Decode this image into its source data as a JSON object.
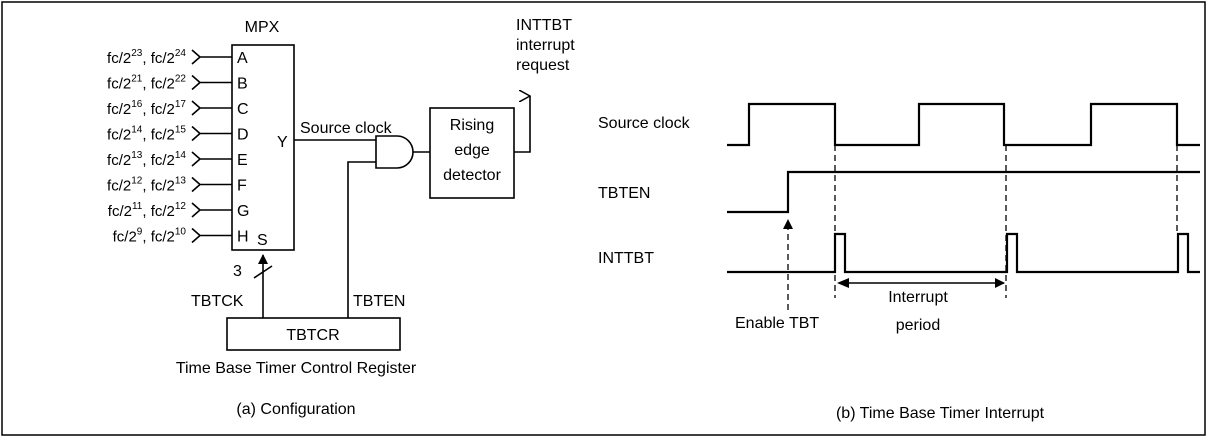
{
  "config": {
    "mux_title": "MPX",
    "inputs": [
      {
        "letter": "A",
        "a": "23",
        "b": "24"
      },
      {
        "letter": "B",
        "a": "21",
        "b": "22"
      },
      {
        "letter": "C",
        "a": "16",
        "b": "17"
      },
      {
        "letter": "D",
        "a": "14",
        "b": "15"
      },
      {
        "letter": "E",
        "a": "13",
        "b": "14"
      },
      {
        "letter": "F",
        "a": "12",
        "b": "13"
      },
      {
        "letter": "G",
        "a": "11",
        "b": "12"
      },
      {
        "letter": "H",
        "a": "9",
        "b": "10"
      }
    ],
    "input_prefix": "fc/2",
    "input_sep": ", ",
    "output_letter": "Y",
    "select_letter": "S",
    "bus_width": "3",
    "source_clock_label": "Source clock",
    "detector_lines": [
      "Rising",
      "edge",
      "detector"
    ],
    "interrupt_lines": [
      "INTTBT",
      "interrupt",
      "request"
    ],
    "tbtck_label": "TBTCK",
    "tbten_label": "TBTEN",
    "register_name": "TBTCR",
    "register_caption": "Time Base Timer Control Register",
    "caption": "(a) Configuration"
  },
  "timing": {
    "signals": [
      "Source clock",
      "TBTEN",
      "INTTBT"
    ],
    "enable_label": "Enable TBT",
    "period_lines": [
      "Interrupt",
      "period"
    ],
    "caption": "(b) Time Base Timer Interrupt"
  }
}
